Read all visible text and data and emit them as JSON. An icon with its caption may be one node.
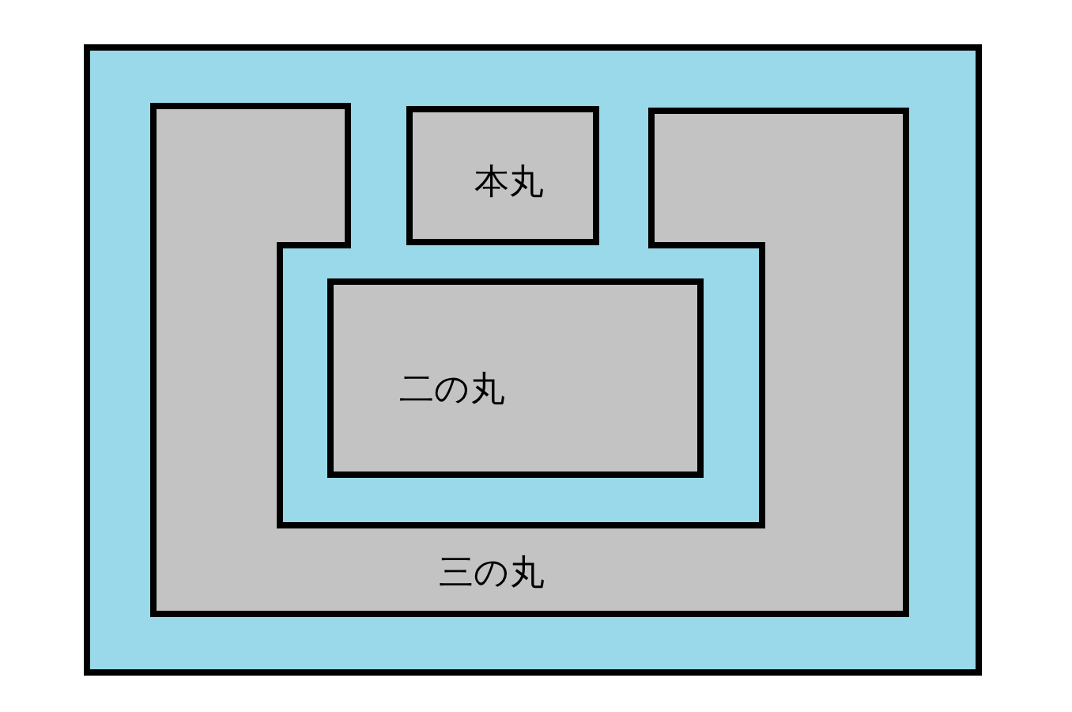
{
  "diagram": {
    "nodes": [
      {
        "text": [],
        "shape": "box"
      },
      {
        "text": [
          "本丸"
        ],
        "in": 0
      },
      {
        "text": [
          "二の丸"
        ],
        "in": 0
      },
      {
        "text": [
          "三の丸"
        ],
        "in": 0
      }
    ]
  }
}
